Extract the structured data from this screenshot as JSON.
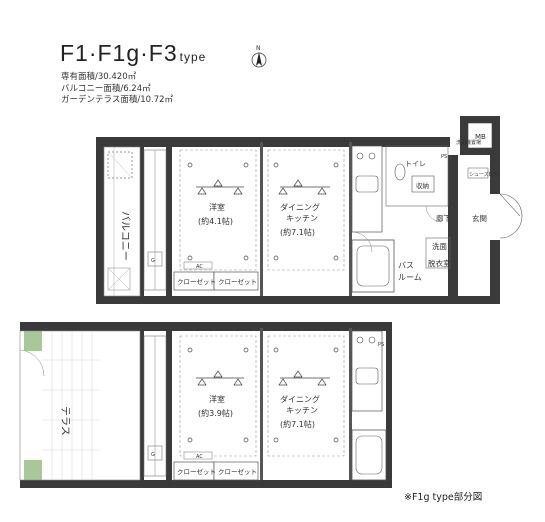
{
  "header": {
    "title": "F1·F1g·F3",
    "type_suffix": "type",
    "north_label": "N"
  },
  "areas": [
    "専有面積/30.420㎡",
    "バルコニー面積/6.24㎡",
    "ガーデンテラス面積/10.72㎡"
  ],
  "upper_plan": {
    "balcony": "バルコニー",
    "western_room": [
      "洋室",
      "(約4.1帖)"
    ],
    "dining_kitchen": [
      "ダイニング",
      "キッチン",
      "(約7.1帖)"
    ],
    "closet_left": "クローゼット",
    "closet_right": "クローゼット",
    "bath": [
      "バス",
      "ルーム"
    ],
    "washroom": [
      "洗面",
      "脱衣室"
    ],
    "toilet": "トイレ",
    "storage": "収納",
    "hallway": "廊下",
    "entrance": "玄関",
    "shoebox": "シューズBOX",
    "meter_box": "MB",
    "ps": "PS",
    "ac_label": "AC",
    "laundry": "洗濯機置場"
  },
  "lower_plan": {
    "terrace": "テラス",
    "western_room": [
      "洋室",
      "(約3.9帖)"
    ],
    "dining_kitchen": [
      "ダイニング",
      "キッチン",
      "(約7.1帖)"
    ],
    "closet_left": "クローゼット",
    "closet_right": "クローゼット",
    "ac_label": "AC",
    "ps": "PS"
  },
  "footnote": "※F1g type部分図"
}
